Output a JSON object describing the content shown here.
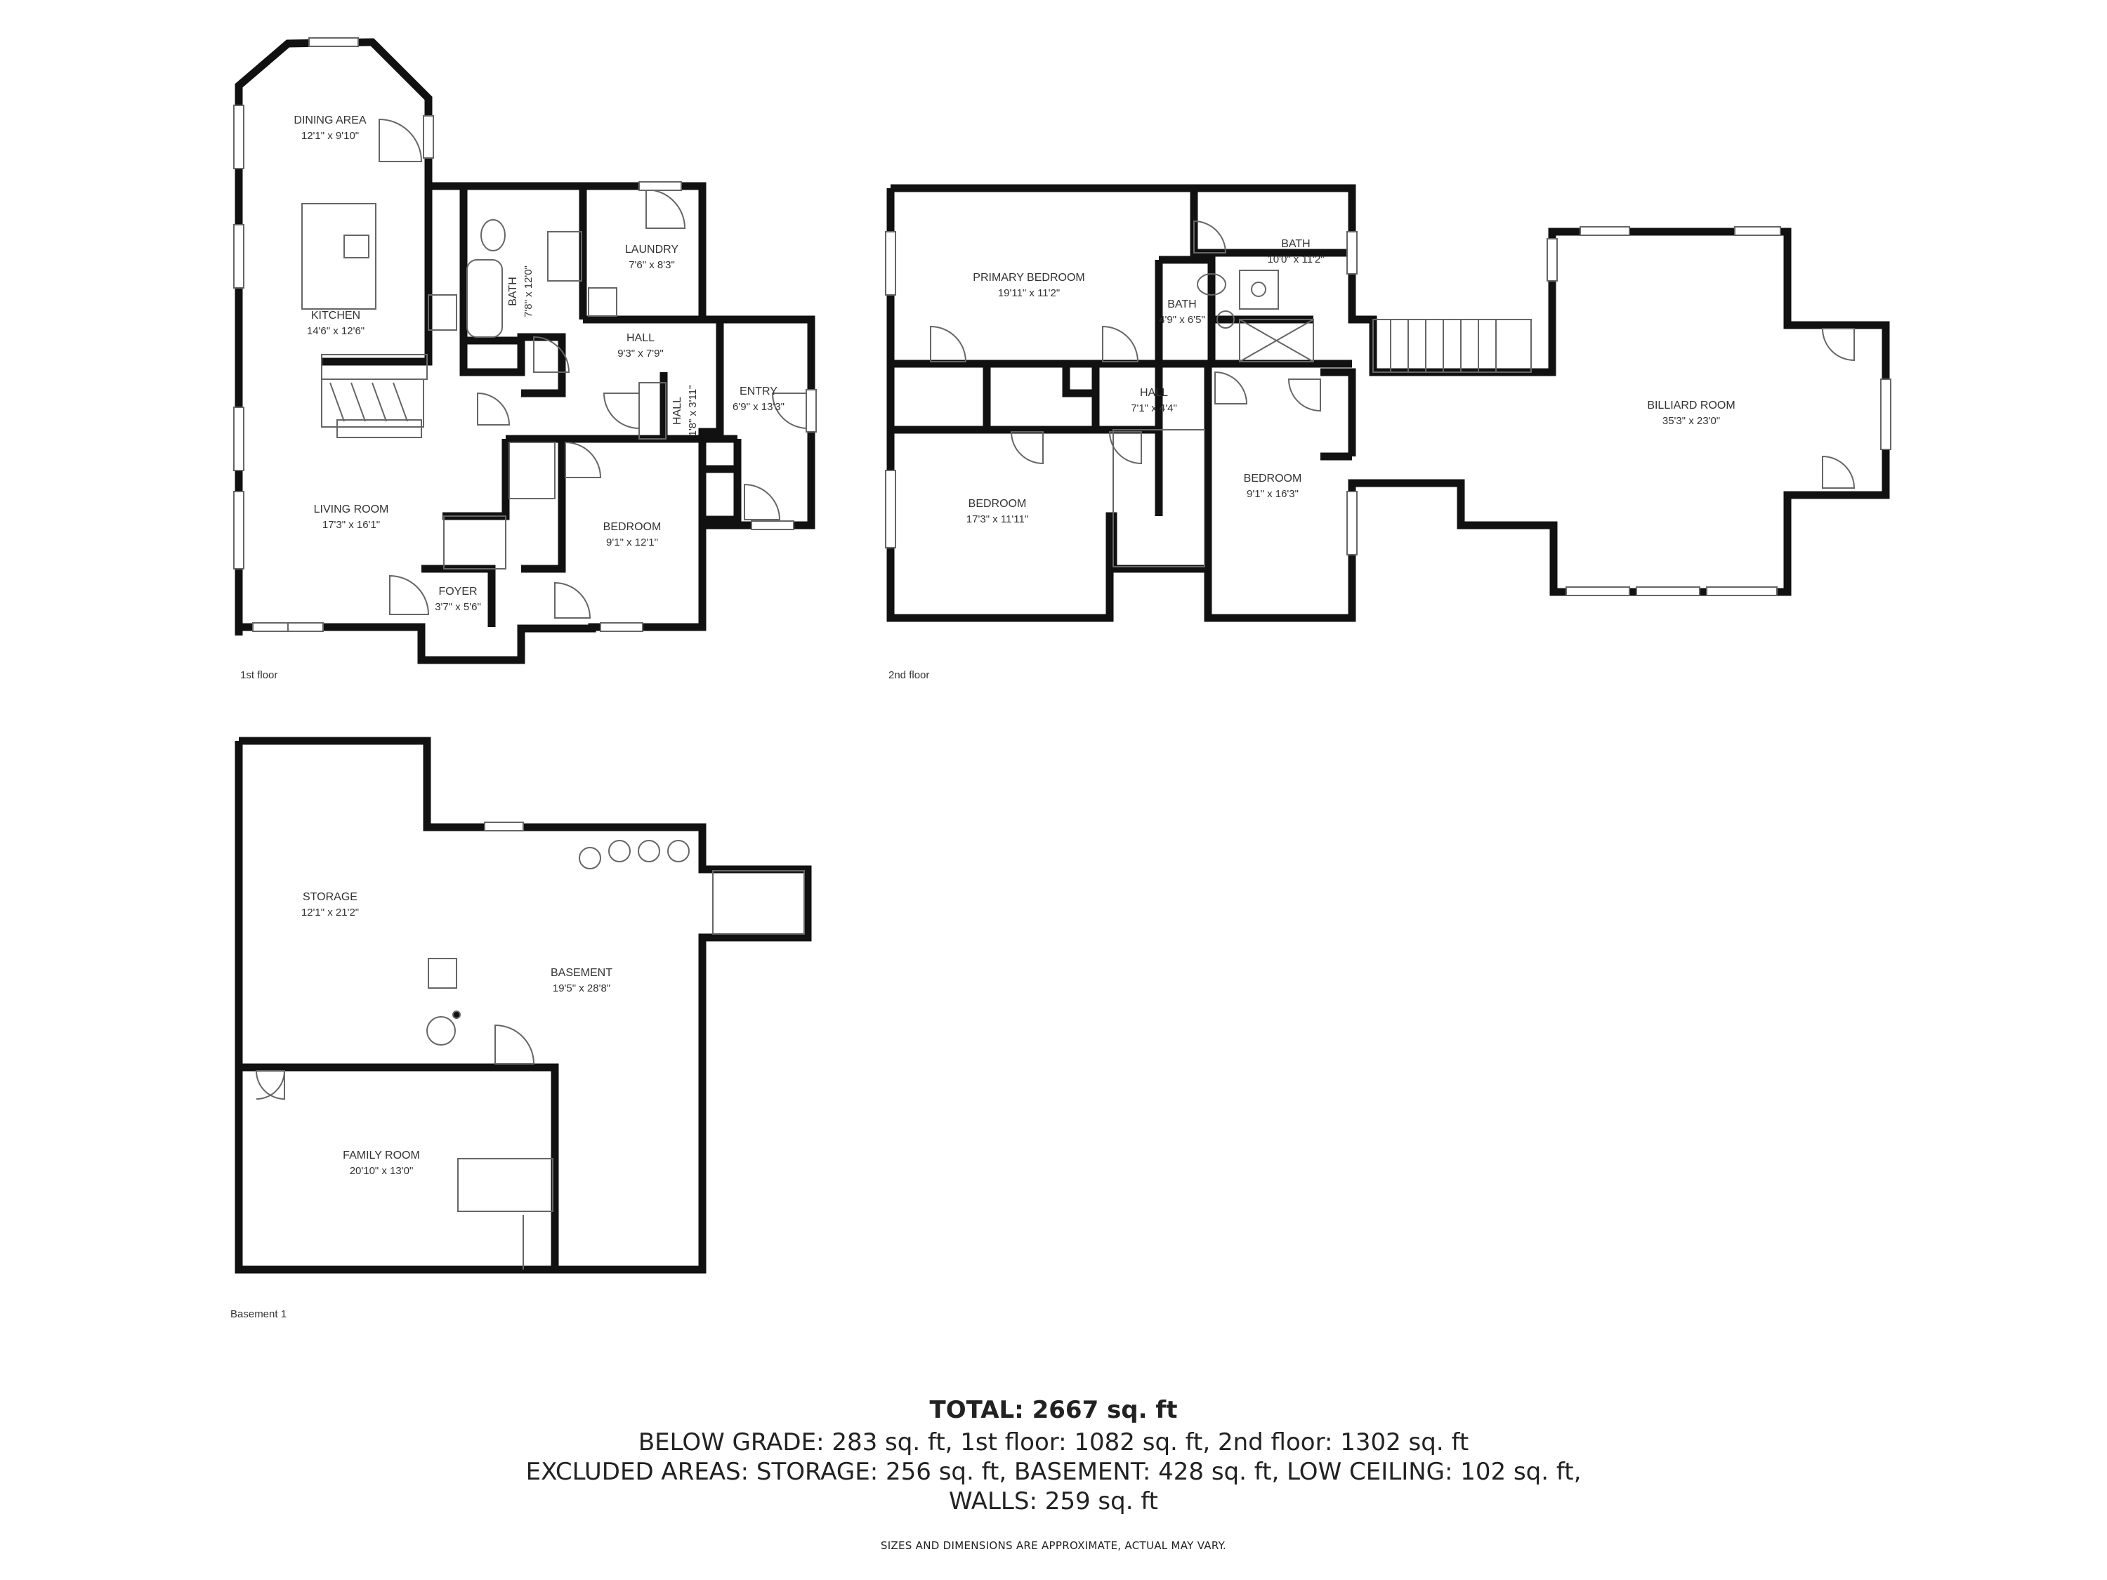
{
  "floors": [
    {
      "label": "1st floor"
    },
    {
      "label": "2nd floor"
    },
    {
      "label": "Basement 1"
    }
  ],
  "rooms": {
    "dining": {
      "name": "DINING AREA",
      "dim": "12'1\" x 9'10\""
    },
    "kitchen": {
      "name": "KITCHEN",
      "dim": "14'6\" x 12'6\""
    },
    "living": {
      "name": "LIVING ROOM",
      "dim": "17'3\" x 16'1\""
    },
    "bath1": {
      "name": "BATH",
      "dim": "7'8\" x 12'0\""
    },
    "laundry": {
      "name": "LAUNDRY",
      "dim": "7'6\" x 8'3\""
    },
    "hall1": {
      "name": "HALL",
      "dim": "9'3\" x 7'9\""
    },
    "hall1b": {
      "name": "HALL",
      "dim": "1'8\" x 3'11\""
    },
    "entry": {
      "name": "ENTRY",
      "dim": "6'9\" x 13'3\""
    },
    "bed1": {
      "name": "BEDROOM",
      "dim": "9'1\" x 12'1\""
    },
    "foyer": {
      "name": "FOYER",
      "dim": "3'7\" x 5'6\""
    },
    "primary": {
      "name": "PRIMARY BEDROOM",
      "dim": "19'11\" x 11'2\""
    },
    "bath2": {
      "name": "BATH",
      "dim": "10'0\" x 11'2\""
    },
    "bath3": {
      "name": "BATH",
      "dim": "4'9\" x 6'5\""
    },
    "hall2": {
      "name": "HALL",
      "dim": "7'1\" x 4'4\""
    },
    "bed2": {
      "name": "BEDROOM",
      "dim": "17'3\" x 11'11\""
    },
    "bed3": {
      "name": "BEDROOM",
      "dim": "9'1\" x 16'3\""
    },
    "billiard": {
      "name": "BILLIARD ROOM",
      "dim": "35'3\" x 23'0\""
    },
    "storage": {
      "name": "STORAGE",
      "dim": "12'1\" x 21'2\""
    },
    "basement": {
      "name": "BASEMENT",
      "dim": "19'5\" x 28'8\""
    },
    "family": {
      "name": "FAMILY ROOM",
      "dim": "20'10\" x 13'0\""
    }
  },
  "summary": {
    "total": "TOTAL: 2667 sq. ft",
    "line1": "BELOW GRADE: 283 sq. ft, 1st floor: 1082 sq. ft, 2nd floor: 1302 sq. ft",
    "line2": "EXCLUDED AREAS: STORAGE: 256 sq. ft, BASEMENT: 428 sq. ft, LOW CEILING: 102 sq. ft,",
    "line3": "WALLS: 259 sq. ft",
    "disclaimer": "SIZES AND DIMENSIONS ARE APPROXIMATE, ACTUAL MAY VARY."
  },
  "colors": {
    "wall": "#111111",
    "fixture": "#666666",
    "background": "#ffffff"
  }
}
